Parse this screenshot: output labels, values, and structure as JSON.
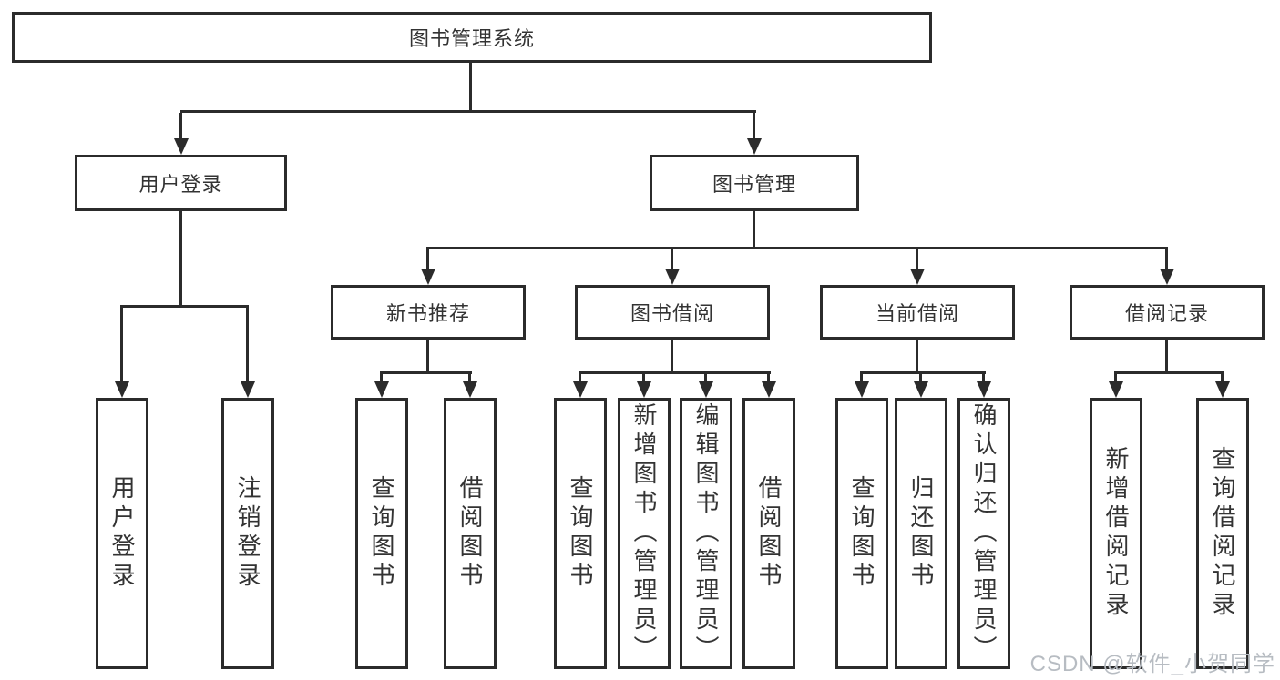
{
  "diagram": {
    "type": "tree",
    "tree": {
      "label": "图书管理系统",
      "children": [
        {
          "label": "用户登录",
          "children": [
            {
              "label": "用户登录"
            },
            {
              "label": "注销登录"
            }
          ]
        },
        {
          "label": "图书管理",
          "children": [
            {
              "label": "新书推荐",
              "children": [
                {
                  "label": "查询图书"
                },
                {
                  "label": "借阅图书"
                }
              ]
            },
            {
              "label": "图书借阅",
              "children": [
                {
                  "label": "查询图书"
                },
                {
                  "label": "新增图书（管理员）"
                },
                {
                  "label": "编辑图书（管理员）"
                },
                {
                  "label": "借阅图书"
                }
              ]
            },
            {
              "label": "当前借阅",
              "children": [
                {
                  "label": "查询图书"
                },
                {
                  "label": "归还图书"
                },
                {
                  "label": "确认归还（管理员）"
                }
              ]
            },
            {
              "label": "借阅记录",
              "children": [
                {
                  "label": "新增借阅记录"
                },
                {
                  "label": "查询借阅记录"
                }
              ]
            }
          ]
        }
      ]
    },
    "colors": {
      "line": "#2b2b2b",
      "text": "#333333",
      "background": "#ffffff",
      "watermark": "#b7bcc2"
    }
  },
  "watermark": {
    "text": "CSDN @软件_小贺同学"
  }
}
